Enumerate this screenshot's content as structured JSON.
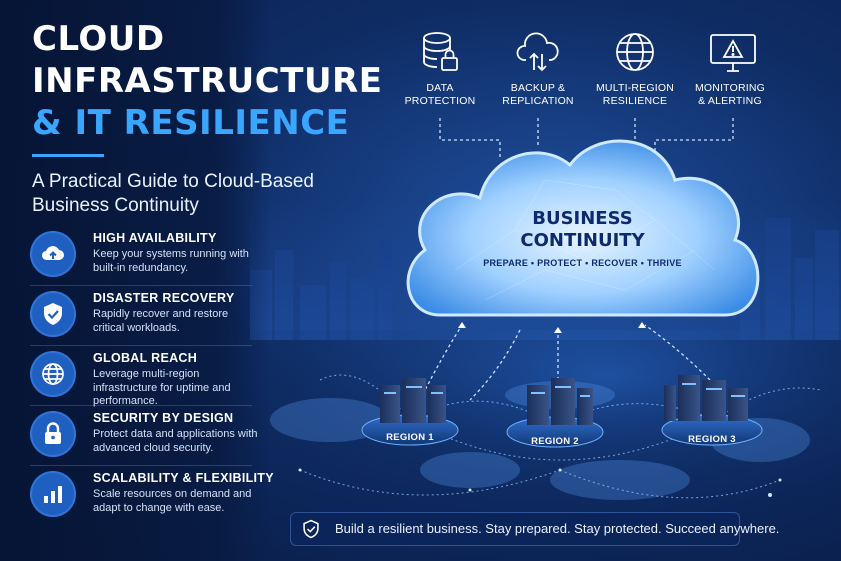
{
  "title": {
    "line1": "CLOUD",
    "line2": "INFRASTRUCTURE",
    "line3": "& IT RESILIENCE"
  },
  "subtitle": "A Practical Guide to Cloud-Based Business Continuity",
  "features": [
    {
      "title": "HIGH AVAILABILITY",
      "description": "Keep your systems running with built-in redundancy.",
      "icon": "cloud-upload-icon"
    },
    {
      "title": "DISASTER RECOVERY",
      "description": "Rapidly recover and restore critical workloads.",
      "icon": "shield-check-icon"
    },
    {
      "title": "GLOBAL REACH",
      "description": "Leverage multi-region infrastructure for uptime and performance.",
      "icon": "globe-icon"
    },
    {
      "title": "SECURITY BY DESIGN",
      "description": "Protect data and applications with advanced cloud security.",
      "icon": "lock-icon"
    },
    {
      "title": "SCALABILITY & FLEXIBILITY",
      "description": "Scale resources on demand and adapt to change with ease.",
      "icon": "bar-chart-icon"
    }
  ],
  "top_icons": [
    {
      "line1": "DATA",
      "line2": "PROTECTION",
      "icon": "database-lock-icon"
    },
    {
      "line1": "BACKUP &",
      "line2": "REPLICATION",
      "icon": "cloud-sync-icon"
    },
    {
      "line1": "MULTI-REGION",
      "line2": "RESILIENCE",
      "icon": "globe-icon"
    },
    {
      "line1": "MONITORING",
      "line2": "& ALERTING",
      "icon": "monitor-alert-icon"
    }
  ],
  "cloud": {
    "title_line1": "BUSINESS",
    "title_line2": "CONTINUITY",
    "tagline": "PREPARE • PROTECT • RECOVER • THRIVE"
  },
  "regions": [
    "REGION 1",
    "REGION 2",
    "REGION 3"
  ],
  "banner": {
    "text": "Build a resilient business. Stay prepared. Stay protected. Succeed anywhere.",
    "icon": "shield-check-icon"
  },
  "colors": {
    "accent": "#3aa6ff",
    "background": "#0f2d66",
    "icon_circle": "#1f5fbf",
    "cloud_text": "#0d2a6e"
  }
}
